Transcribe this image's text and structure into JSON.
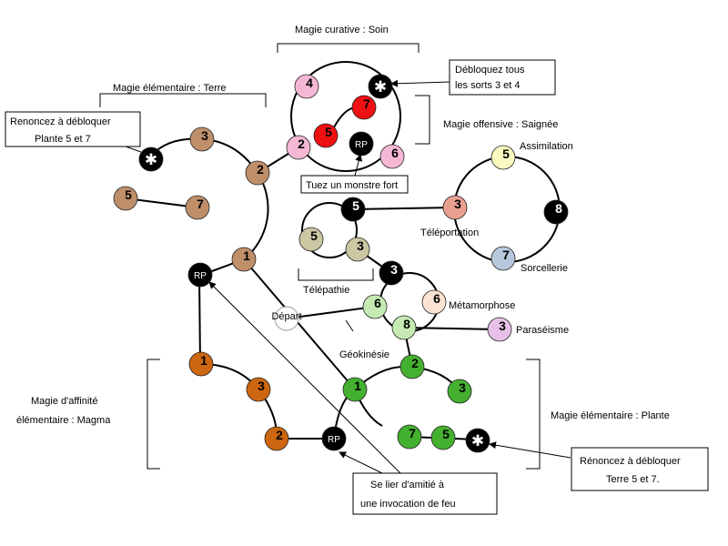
{
  "colors": {
    "earth": "#bf8f6a",
    "healing_pink": "#f5b8d4",
    "blood_red": "#ee1111",
    "black": "#000000",
    "tele_yellow": "#fafac0",
    "tele_salmon": "#eaa090",
    "tele_blue": "#b8c8dc",
    "telepathy_khaki": "#cbc7a2",
    "meta_peach": "#fbe3d3",
    "parasite_violet": "#e6c0e8",
    "geo_lightgreen": "#c6eab4",
    "plant_green": "#44b030",
    "magma_orange": "#cd6610",
    "start_white": "#ffffff"
  },
  "labels": {
    "healing": "Magie curative : Soin",
    "earth": "Magie élémentaire : Terre",
    "bleed": "Magie offensive : Saignée",
    "assimilation": "Assimilation",
    "teleportation": "Téléportation",
    "sorcery": "Sorcellerie",
    "telepathy": "Télépathie",
    "metamorphosis": "Métamorphose",
    "parasitism": "Paraséisme",
    "geokinesis": "Géokinésie",
    "start": "Départ",
    "magma_1": "Magie d'affinité",
    "magma_2": "élémentaire : Magma",
    "plant": "Magie élémentaire : Plante"
  },
  "boxes": {
    "unlock_1": "Débloquez tous",
    "unlock_2": "les sorts 3 et 4",
    "earth_note_1": "Renoncez à débloquer",
    "earth_note_2": "Plante 5 et 7",
    "kill": "Tuez un monstre fort",
    "fire_1": "Se lier d'amitié à",
    "fire_2": "une invocation de feu",
    "plant_note_1": "Rénoncez à débloquer",
    "plant_note_2": "Terre 5 et 7."
  },
  "nodes": {
    "earth_1": "1",
    "earth_2": "2",
    "earth_3": "3",
    "earth_5": "5",
    "earth_7": "7",
    "heal_2": "2",
    "heal_4": "4",
    "heal_6": "6",
    "heal_rp": "RP",
    "bleed_5": "5",
    "bleed_7": "7",
    "tele_3": "3",
    "tele_5": "5",
    "tele_7": "7",
    "tele_8": "8",
    "tele_link_5": "5",
    "tp_5": "5",
    "tp_3": "3",
    "center_3": "3",
    "meta_6": "6",
    "geo_6": "6",
    "geo_8": "8",
    "para_3": "3",
    "start_rp": "RP",
    "magma_1": "1",
    "magma_3": "3",
    "magma_2": "2",
    "magma_rp": "RP",
    "plant_1": "1",
    "plant_2": "2",
    "plant_3": "3",
    "plant_5": "5",
    "plant_7": "7"
  }
}
